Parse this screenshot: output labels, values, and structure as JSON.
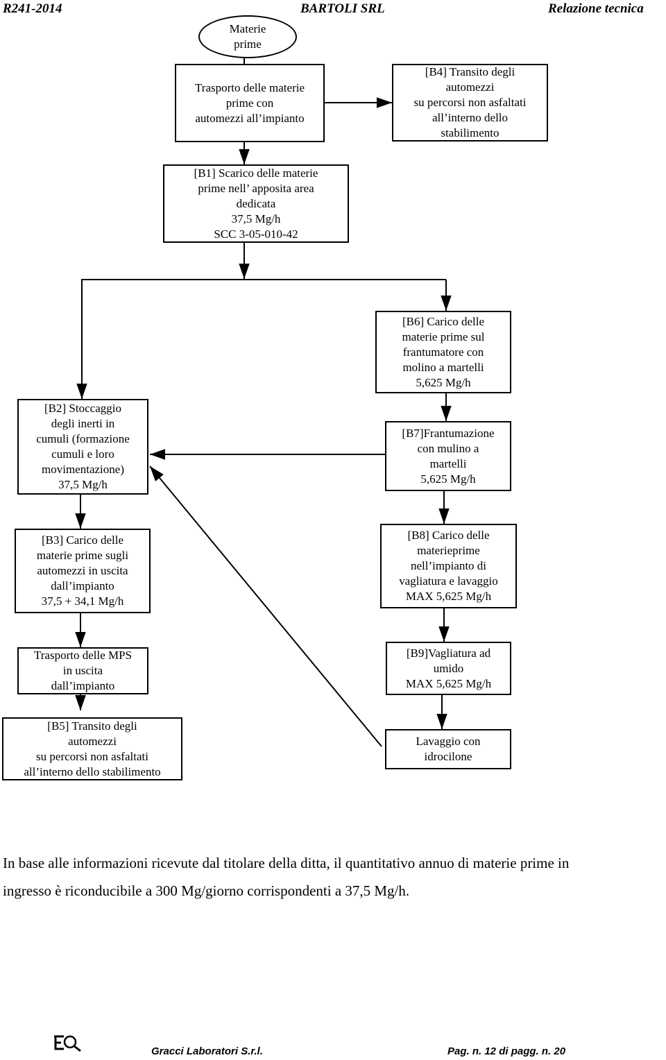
{
  "header": {
    "code": "R241-2014",
    "company": "BARTOLI SRL",
    "doc_type": "Relazione tecnica"
  },
  "flow": {
    "start": [
      "Materie",
      "prime"
    ],
    "transport_in": [
      "Trasporto delle materie",
      "prime con",
      "automezzi all’impianto"
    ],
    "b4": [
      "[B4] Transito degli",
      "automezzi",
      "su percorsi non asfaltati",
      "all’interno dello",
      "stabilimento"
    ],
    "b1": [
      "[B1] Scarico delle materie",
      "prime nell’ apposita area",
      "dedicata",
      "37,5 Mg/h",
      "SCC 3-05-010-42"
    ],
    "b6": [
      "[B6] Carico delle",
      "materie prime sul",
      "frantumatore con",
      "molino a martelli",
      "5,625 Mg/h"
    ],
    "b2": [
      "[B2] Stoccaggio",
      "degli inerti in",
      "cumuli (formazione",
      "cumuli e loro",
      "movimentazione)",
      "37,5 Mg/h"
    ],
    "b7": [
      "[B7]Frantumazione",
      "con mulino a",
      "martelli",
      "5,625 Mg/h"
    ],
    "b3": [
      "[B3] Carico delle",
      "materie prime sugli",
      "automezzi in uscita",
      "dall’impianto",
      "37,5 + 34,1 Mg/h"
    ],
    "b8": [
      "[B8] Carico delle",
      "materieprime",
      "nell’impianto di",
      "vagliatura e lavaggio",
      "MAX 5,625 Mg/h"
    ],
    "transport_out": [
      "Trasporto delle MPS",
      "in uscita",
      "dall’impianto"
    ],
    "b9": [
      "[B9]Vagliatura ad",
      "umido",
      "MAX 5,625 Mg/h"
    ],
    "b5": [
      "[B5]  Transito degli",
      "automezzi",
      "su percorsi non asfaltati",
      "all’interno dello stabilimento"
    ],
    "washing": [
      "Lavaggio con",
      "idrocilone"
    ]
  },
  "paragraph": [
    "In base alle informazioni ricevute dal titolare della ditta, il quantitativo annuo di materie prime in",
    "ingresso è riconducibile a 300 Mg/giorno corrispondenti a 37,5 Mg/h."
  ],
  "footer": {
    "lab": "Gracci  Laboratori S.r.l.",
    "page": "Pag. n. 12 di pagg. n. 20"
  }
}
